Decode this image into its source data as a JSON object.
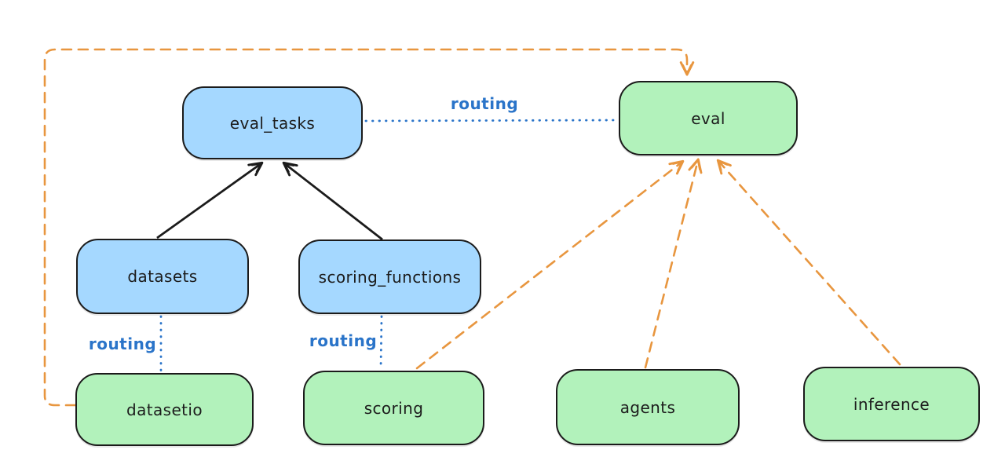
{
  "diagram": {
    "nodes": {
      "eval_tasks": {
        "label": "eval_tasks",
        "fill": "#a5d8ff",
        "kind": "resource"
      },
      "eval": {
        "label": "eval",
        "fill": "#b2f2bb",
        "kind": "api"
      },
      "datasets": {
        "label": "datasets",
        "fill": "#a5d8ff",
        "kind": "resource"
      },
      "scoring_functions": {
        "label": "scoring_functions",
        "fill": "#a5d8ff",
        "kind": "resource"
      },
      "datasetio": {
        "label": "datasetio",
        "fill": "#b2f2bb",
        "kind": "api"
      },
      "scoring": {
        "label": "scoring",
        "fill": "#b2f2bb",
        "kind": "api"
      },
      "agents": {
        "label": "agents",
        "fill": "#b2f2bb",
        "kind": "api"
      },
      "inference": {
        "label": "inference",
        "fill": "#b2f2bb",
        "kind": "api"
      }
    },
    "edge_labels": {
      "routing_top": "routing",
      "routing_datasets": "routing",
      "routing_scoring": "routing"
    },
    "edges": [
      {
        "from": "datasets",
        "to": "eval_tasks",
        "style": "solid-arrow",
        "label": ""
      },
      {
        "from": "scoring_functions",
        "to": "eval_tasks",
        "style": "solid-arrow",
        "label": ""
      },
      {
        "from": "eval_tasks",
        "to": "eval",
        "style": "dotted",
        "label": "routing"
      },
      {
        "from": "datasets",
        "to": "datasetio",
        "style": "dotted",
        "label": "routing"
      },
      {
        "from": "scoring_functions",
        "to": "scoring",
        "style": "dotted",
        "label": "routing"
      },
      {
        "from": "datasetio",
        "to": "eval",
        "style": "dashed-arrow",
        "label": ""
      },
      {
        "from": "scoring",
        "to": "eval",
        "style": "dashed-arrow",
        "label": ""
      },
      {
        "from": "agents",
        "to": "eval",
        "style": "dashed-arrow",
        "label": ""
      },
      {
        "from": "inference",
        "to": "eval",
        "style": "dashed-arrow",
        "label": ""
      }
    ],
    "colors": {
      "blue_node_fill": "#a5d8ff",
      "green_node_fill": "#b2f2bb",
      "node_stroke": "#1b1b1b",
      "solid_arrow": "#1b1b1b",
      "routing_blue": "#2a74c9",
      "orange_dashed": "#e8963f",
      "background": "#ffffff"
    }
  }
}
